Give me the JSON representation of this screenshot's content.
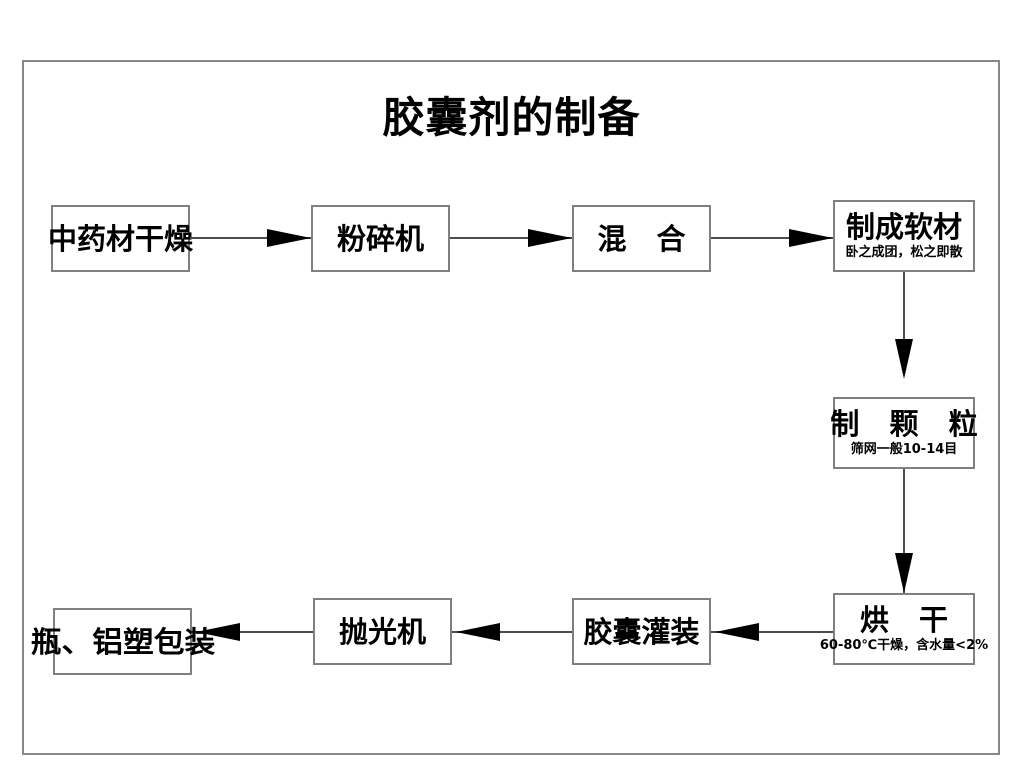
{
  "diagram": {
    "title": "胶囊剂的制备",
    "frame": {
      "border_color": "#878787"
    },
    "line_color": "#4d4d4d",
    "arrow_color": "#000000",
    "nodes": [
      {
        "id": "node-drying",
        "main": "中药材干燥",
        "sub": ""
      },
      {
        "id": "node-pulverizer",
        "main": "粉碎机",
        "sub": ""
      },
      {
        "id": "node-mixing",
        "main": "混 合",
        "sub": ""
      },
      {
        "id": "node-soft-mass",
        "main": "制成软材",
        "sub": "卧之成团，松之即散"
      },
      {
        "id": "node-granulation",
        "main": "制 颗 粒",
        "sub": "筛网一般10-14目"
      },
      {
        "id": "node-drying-oven",
        "main": "烘 干",
        "sub": "60-80℃干燥，含水量<2%"
      },
      {
        "id": "node-filling",
        "main": "胶囊灌装",
        "sub": ""
      },
      {
        "id": "node-polisher",
        "main": "抛光机",
        "sub": ""
      },
      {
        "id": "node-packaging",
        "main": "瓶、铝塑包装",
        "sub": ""
      }
    ],
    "connectors": [
      {
        "id": "arrow-drying-to-pulverizer",
        "direction": "right"
      },
      {
        "id": "arrow-pulverizer-to-mixing",
        "direction": "right"
      },
      {
        "id": "arrow-mixing-to-soft-mass",
        "direction": "right"
      },
      {
        "id": "arrow-soft-mass-to-granulation",
        "direction": "down"
      },
      {
        "id": "arrow-granulation-to-oven",
        "direction": "down"
      },
      {
        "id": "arrow-oven-to-filling",
        "direction": "left"
      },
      {
        "id": "arrow-filling-to-polisher",
        "direction": "left"
      },
      {
        "id": "arrow-polisher-to-packaging",
        "direction": "left"
      }
    ]
  }
}
